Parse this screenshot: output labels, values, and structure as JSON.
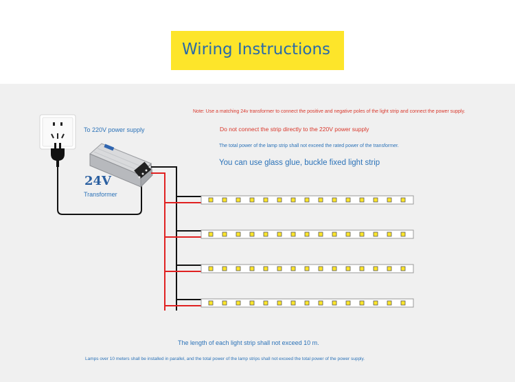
{
  "title": "Wiring Instructions",
  "labels": {
    "power_supply": "To 220V power supply",
    "voltage": "24V",
    "transformer": "Transformer"
  },
  "notes": {
    "note1": "Note: Use a matching 24v transformer to connect the positive and negative poles of the light strip and connect the power supply.",
    "note2": "Do not connect the strip directly to the 220V power supply",
    "note3": "The total power of the lamp strip shall not exceed the rated power of the transformer.",
    "note4": "You can use glass glue, buckle fixed light strip"
  },
  "footer": {
    "length_note": "The length of each light strip shall not exceed 10 m.",
    "parallel_note": "Lamps over 10 meters shall be installed in parallel, and the total power of the lamp strips shall not exceed the total power of the power supply."
  },
  "colors": {
    "title_bg": "#fde52a",
    "title_text": "#2a6aa8",
    "wire_red": "#e02020",
    "wire_black": "#111111",
    "led": "#fde52a"
  },
  "strips": {
    "count": 4,
    "leds_per_strip": 15
  }
}
